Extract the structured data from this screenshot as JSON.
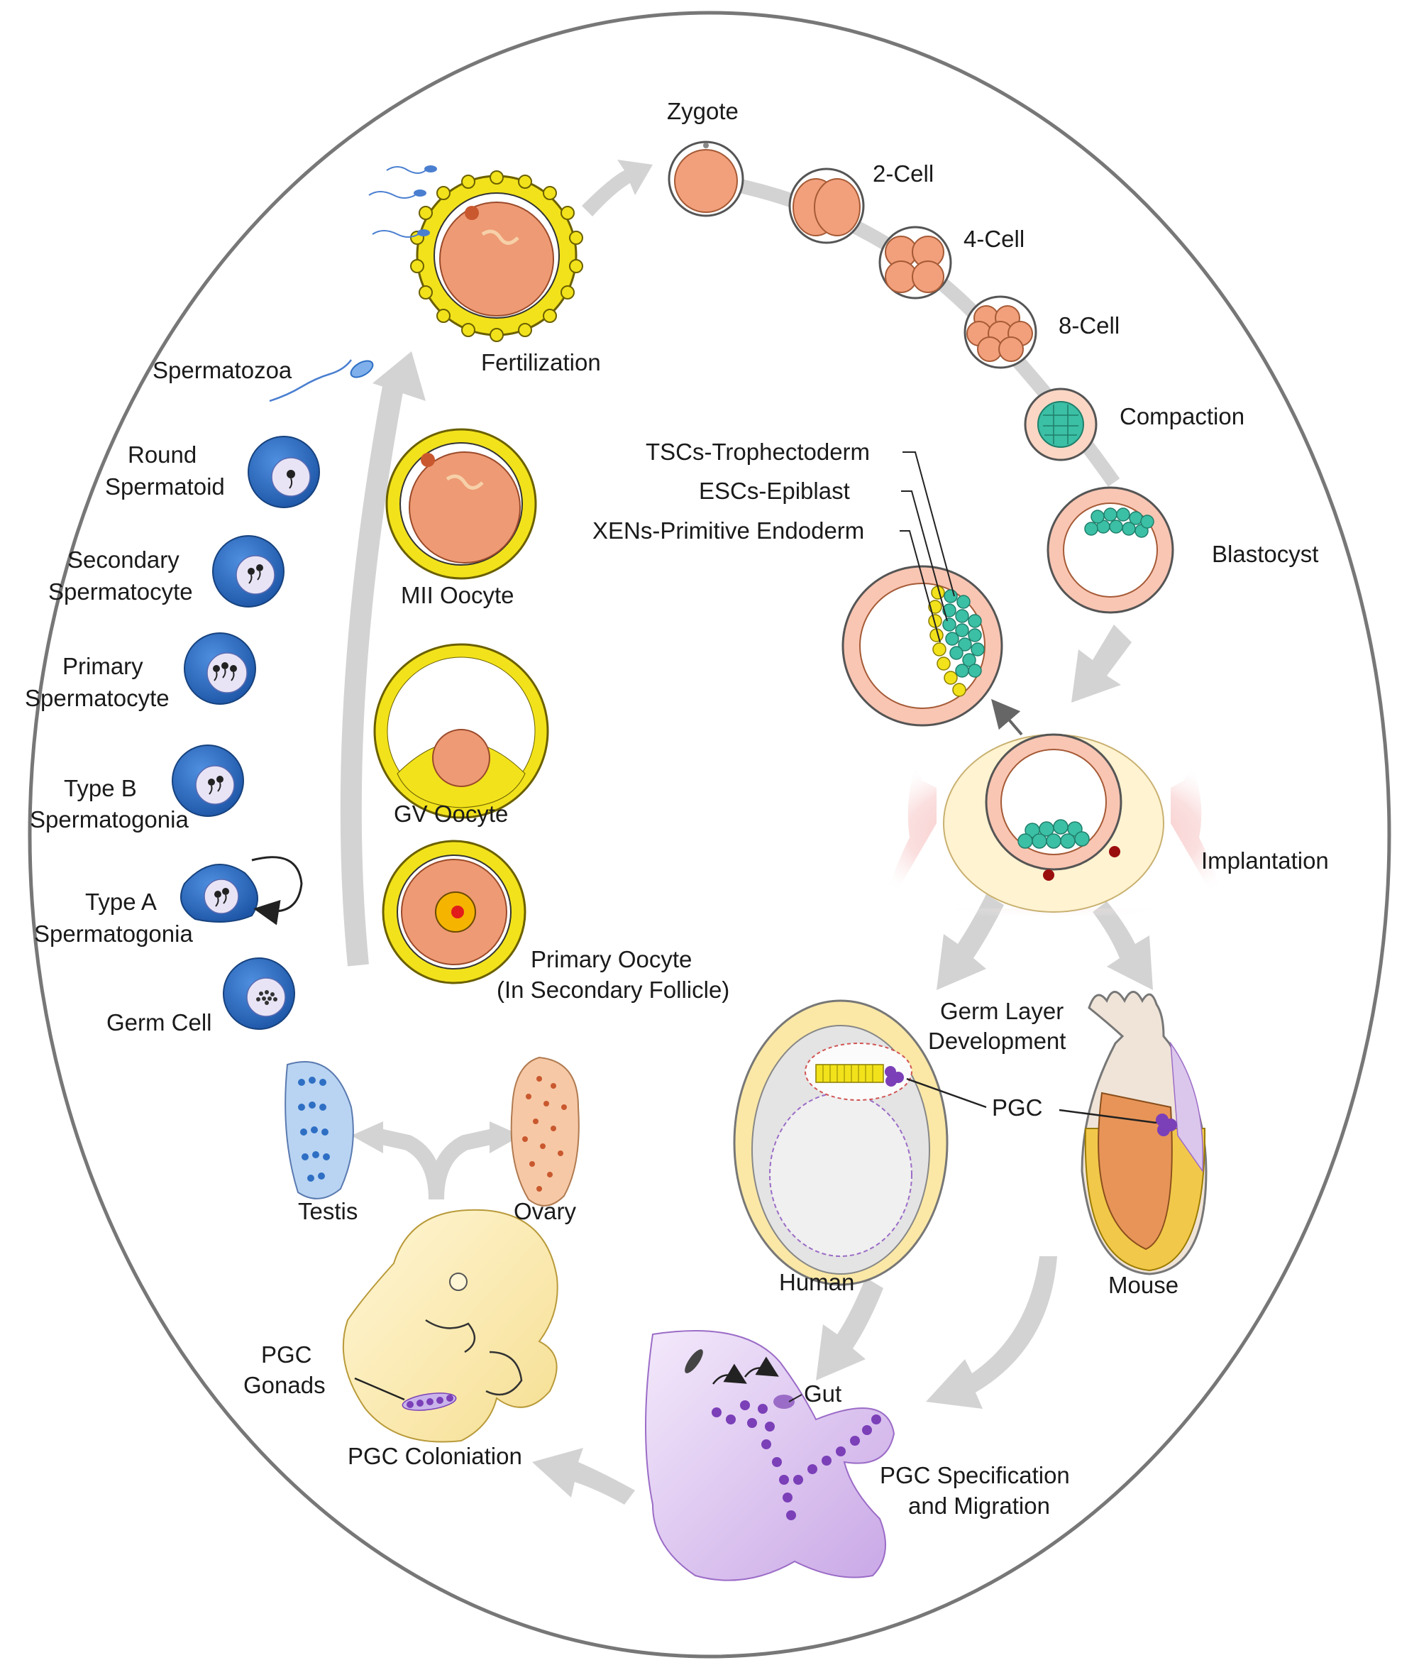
{
  "colors": {
    "embryo_cell": "#f2a07b",
    "inner_cell_mass": "#3bbfa5",
    "follicle_yellow": "#f2e21b",
    "spermatogenic_blue": "#2e6fc4",
    "pgc_purple": "#7b3fb8",
    "flow_arrow": "#d3d3d3",
    "uterus_pink": "#f39b9b",
    "embryo_yellow": "#fbe8a6",
    "testis_blue": "#b9d4f2",
    "ovary_peach": "#f6c8a6"
  },
  "labels": {
    "zygote": "Zygote",
    "two_cell": "2-Cell",
    "four_cell": "4-Cell",
    "eight_cell": "8-Cell",
    "compaction": "Compaction",
    "blastocyst": "Blastocyst",
    "tsc": "TSCs-Trophectoderm",
    "esc": "ESCs-Epiblast",
    "xen": "XENs-Primitive Endoderm",
    "implantation": "Implantation",
    "germ_layer_1": "Germ Layer",
    "germ_layer_2": "Development",
    "pgc": "PGC",
    "human": "Human",
    "mouse": "Mouse",
    "gut": "Gut",
    "pgc_spec_1": "PGC Specification",
    "pgc_spec_2": "and Migration",
    "pgc_gonads_1": "PGC",
    "pgc_gonads_2": "Gonads",
    "pgc_colonization": "PGC Coloniation",
    "testis": "Testis",
    "ovary": "Ovary",
    "fertilization": "Fertilization",
    "spermatozoa": "Spermatozoa",
    "round_1": "Round",
    "round_2": "Spermatoid",
    "secondary_1": "Secondary",
    "secondary_2": "Spermatocyte",
    "primary_1": "Primary",
    "primary_2": "Spermatocyte",
    "typeb_1": "Type B",
    "typeb_2": "Spermatogonia",
    "typea_1": "Type A",
    "typea_2": "Spermatogonia",
    "germ_cell": "Germ Cell",
    "mii": "MII Oocyte",
    "gv": "GV Oocyte",
    "primary_oocyte_1": "Primary Oocyte",
    "primary_oocyte_2": "(In Secondary Follicle)"
  }
}
